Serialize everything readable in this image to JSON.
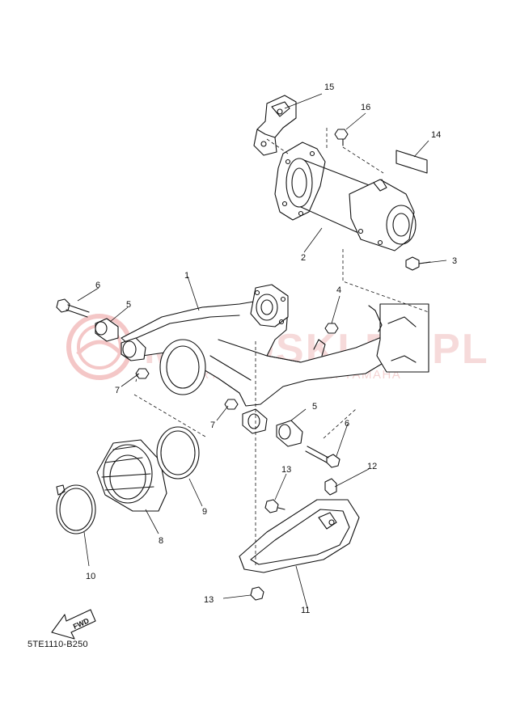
{
  "diagram": {
    "code": "5TE1110-B250",
    "fwd_label": "FWD",
    "watermark": {
      "text": "MOTOSKLEP.PL",
      "subtext": "AUTORYZOWANY DEALER YAMAHA"
    },
    "callouts": [
      {
        "id": "c1",
        "label": "1"
      },
      {
        "id": "c2",
        "label": "2"
      },
      {
        "id": "c3",
        "label": "3"
      },
      {
        "id": "c4",
        "label": "4"
      },
      {
        "id": "c5a",
        "label": "5"
      },
      {
        "id": "c5b",
        "label": "5"
      },
      {
        "id": "c6a",
        "label": "6"
      },
      {
        "id": "c6b",
        "label": "6"
      },
      {
        "id": "c7a",
        "label": "7"
      },
      {
        "id": "c7b",
        "label": "7"
      },
      {
        "id": "c8",
        "label": "8"
      },
      {
        "id": "c9",
        "label": "9"
      },
      {
        "id": "c10",
        "label": "10"
      },
      {
        "id": "c11",
        "label": "11"
      },
      {
        "id": "c12",
        "label": "12"
      },
      {
        "id": "c13a",
        "label": "13"
      },
      {
        "id": "c13b",
        "label": "13"
      },
      {
        "id": "c14",
        "label": "14"
      },
      {
        "id": "c15",
        "label": "15"
      },
      {
        "id": "c16",
        "label": "16"
      }
    ]
  }
}
